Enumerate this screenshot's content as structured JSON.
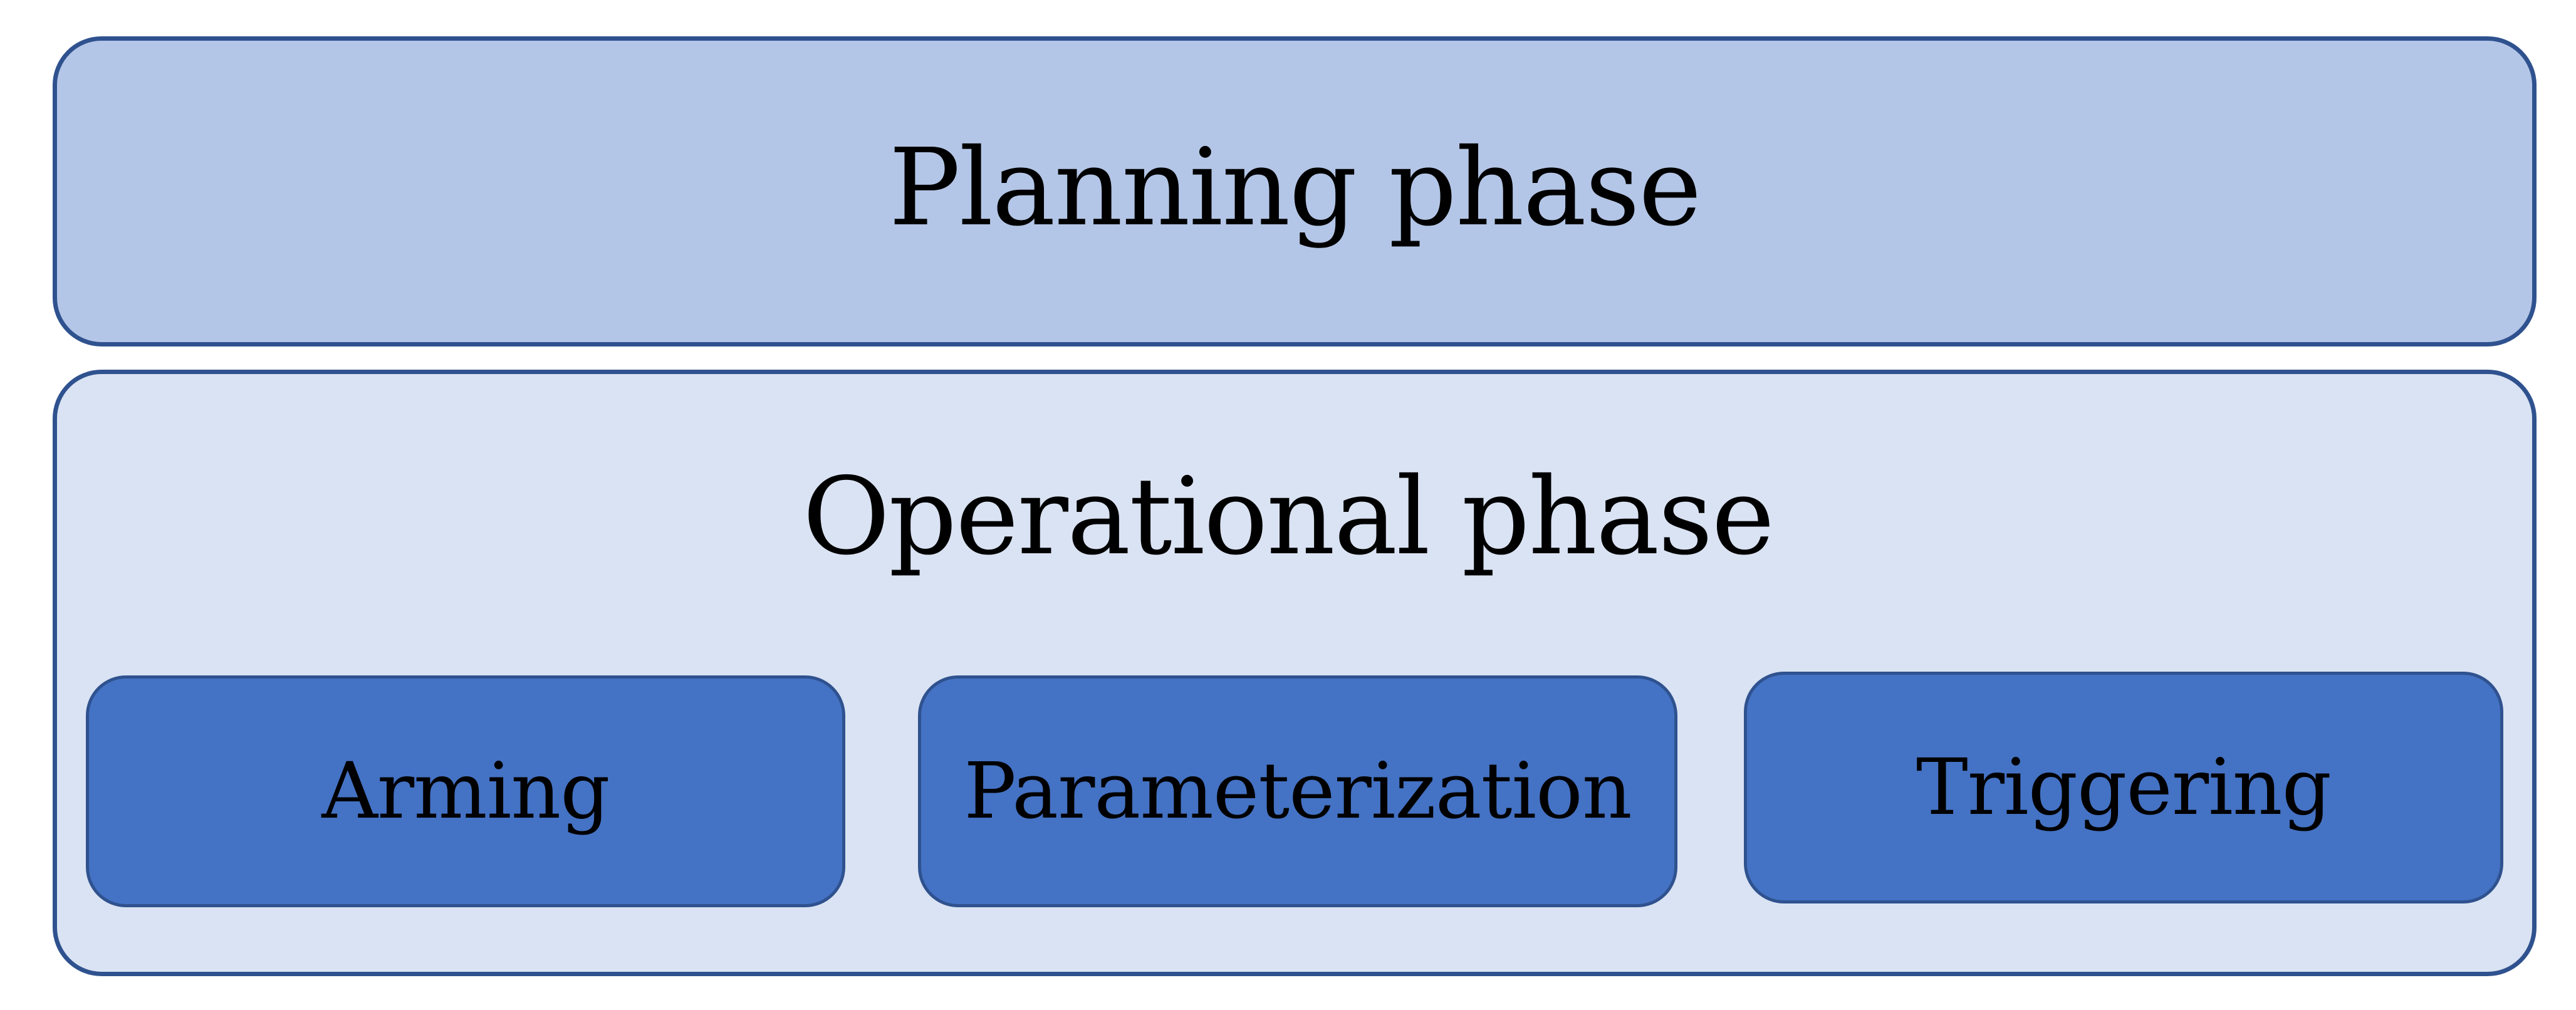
{
  "planning": {
    "label": "Planning phase"
  },
  "operational": {
    "label": "Operational phase",
    "steps": [
      {
        "label": "Arming"
      },
      {
        "label": "Parameterization"
      },
      {
        "label": "Triggering"
      }
    ]
  },
  "colors": {
    "planning_fill": "#b4c6e7",
    "operational_fill": "#dae3f3",
    "step_fill": "#4472c4",
    "border": "#2f528f"
  }
}
